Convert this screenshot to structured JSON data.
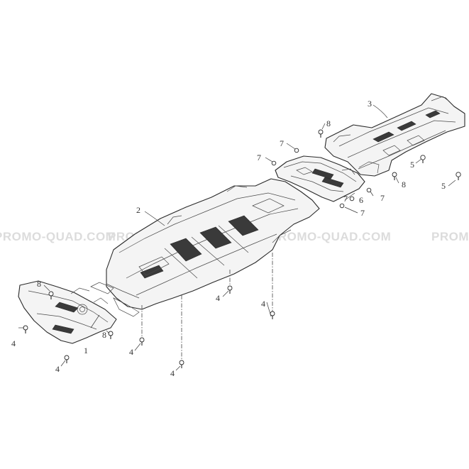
{
  "watermark": {
    "text": "PROMO-QUAD.COM",
    "color": "#dcdcdc"
  },
  "callouts": [
    {
      "id": "c1",
      "label": "1"
    },
    {
      "id": "c2",
      "label": "2"
    },
    {
      "id": "c3",
      "label": "3"
    },
    {
      "id": "c4a",
      "label": "4"
    },
    {
      "id": "c4b",
      "label": "4"
    },
    {
      "id": "c4c",
      "label": "4"
    },
    {
      "id": "c4d",
      "label": "4"
    },
    {
      "id": "c4e",
      "label": "4"
    },
    {
      "id": "c4f",
      "label": "4"
    },
    {
      "id": "c5a",
      "label": "5"
    },
    {
      "id": "c5b",
      "label": "5"
    },
    {
      "id": "c6",
      "label": "6"
    },
    {
      "id": "c7a",
      "label": "7"
    },
    {
      "id": "c7b",
      "label": "7"
    },
    {
      "id": "c7c",
      "label": "7"
    },
    {
      "id": "c7d",
      "label": "7"
    },
    {
      "id": "c7e",
      "label": "7"
    },
    {
      "id": "c8a",
      "label": "8"
    },
    {
      "id": "c8b",
      "label": "8"
    },
    {
      "id": "c8c",
      "label": "8"
    },
    {
      "id": "c8d",
      "label": "8"
    }
  ],
  "colors": {
    "line": "#2a2a2a",
    "fill": "#f4f4f4",
    "background": "#ffffff"
  }
}
